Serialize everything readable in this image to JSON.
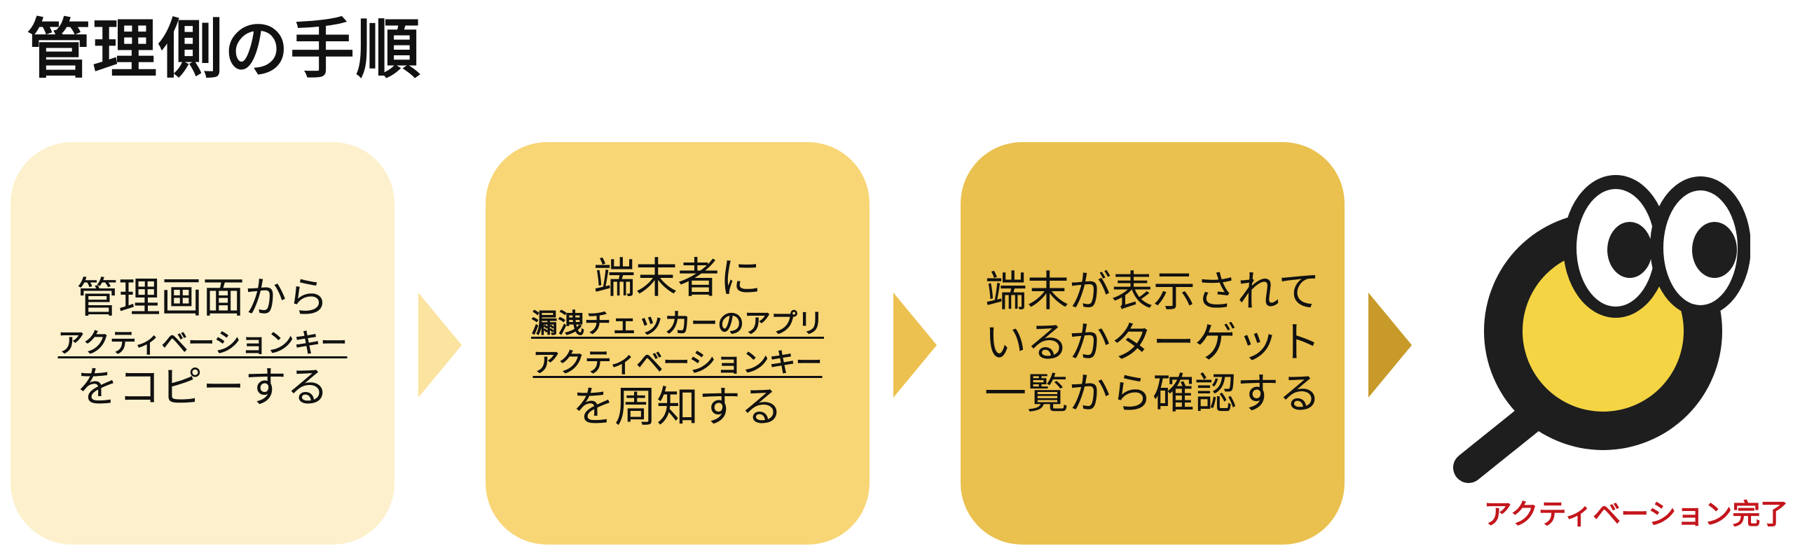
{
  "page_title": "管理側の手順",
  "colors": {
    "step_1": "#FCF1CC",
    "step_2": "#F8D676",
    "step_3": "#EAC04E",
    "arrow_1": "#FBE3A0",
    "arrow_2": "#EDC14F",
    "arrow_3": "#C79A2A",
    "mascot_outline": "#1E1E1E",
    "mascot_lens": "#F4D443",
    "done_text": "#C3161C"
  },
  "steps": [
    {
      "lines": [
        {
          "text": "管理画面から",
          "style": "large"
        },
        {
          "text": "アクティベーションキー",
          "style": "key"
        },
        {
          "text": "をコピーする",
          "style": "large"
        }
      ]
    },
    {
      "lines": [
        {
          "text": "端末者に",
          "style": "large"
        },
        {
          "text": "漏洩チェッカーのアプリ",
          "style": "key"
        },
        {
          "text": "アクティベーションキー",
          "style": "key"
        },
        {
          "text": "を周知する",
          "style": "large"
        }
      ]
    },
    {
      "lines": [
        {
          "text": "端末が表示されて",
          "style": "large"
        },
        {
          "text": "いるかターゲット",
          "style": "large"
        },
        {
          "text": "一覧から確認する",
          "style": "large"
        }
      ]
    }
  ],
  "mascot_icon": "magnifier-eyes-mascot-icon",
  "done_label": "アクティベーション完了"
}
